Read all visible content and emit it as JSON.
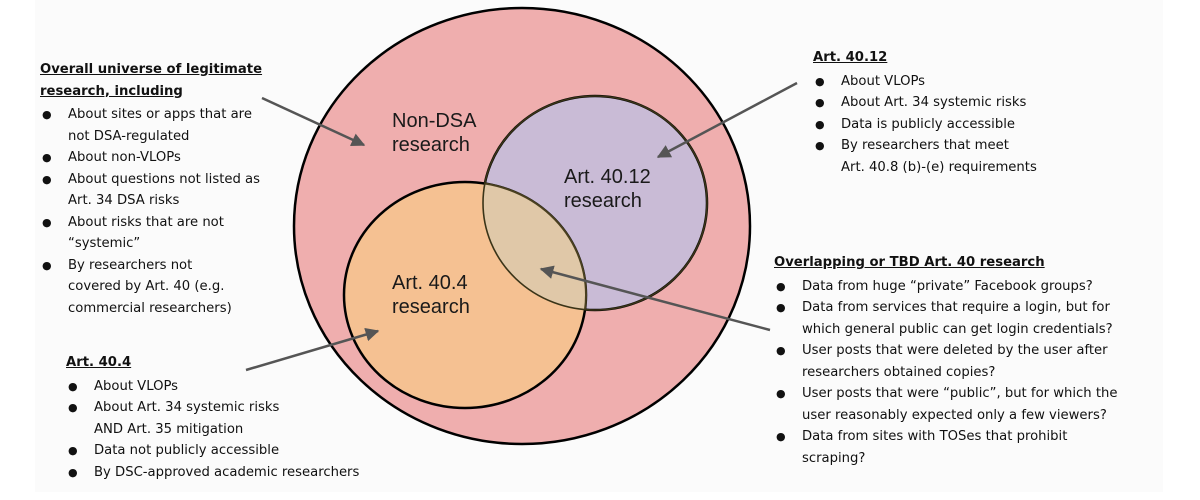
{
  "colors": {
    "outer_fill": "#efaeae",
    "art4012_fill": "#c9bbd6",
    "art404_fill": "#f5c192",
    "overlap_fill": "#e0c8a8",
    "outline": "#000000",
    "arrow": "#555555"
  },
  "venn": {
    "outer_label": [
      "Non-DSA",
      "research"
    ],
    "art4012_label": [
      "Art. 40.12",
      "research"
    ],
    "art404_label": [
      "Art. 40.4",
      "research"
    ]
  },
  "notes": {
    "universe": {
      "title_lines": [
        "Overall universe of legitimate",
        "research, including"
      ],
      "items": [
        [
          "About sites or apps that are",
          "not DSA-regulated"
        ],
        [
          "About non-VLOPs"
        ],
        [
          "About questions not listed as",
          "Art. 34 DSA risks"
        ],
        [
          "About risks that are not",
          "“systemic”"
        ],
        [
          "By researchers not",
          "covered by Art. 40 (e.g.",
          "commercial researchers)"
        ]
      ]
    },
    "art404": {
      "title": "Art. 40.4",
      "items": [
        [
          "About VLOPs"
        ],
        [
          "About Art. 34 systemic risks",
          "AND Art. 35 mitigation"
        ],
        [
          "Data not publicly accessible"
        ],
        [
          "By DSC-approved academic researchers"
        ]
      ]
    },
    "art4012": {
      "title": "Art. 40.12",
      "items": [
        [
          "About VLOPs"
        ],
        [
          "About Art. 34 systemic risks"
        ],
        [
          "Data is publicly accessible"
        ],
        [
          "By researchers that meet",
          "Art. 40.8 (b)-(e) requirements"
        ]
      ]
    },
    "overlap": {
      "title": "Overlapping or TBD Art. 40 research",
      "items": [
        [
          "Data from huge “private” Facebook groups?"
        ],
        [
          "Data from services that require a login, but for",
          "which general public can get login credentials?"
        ],
        [
          "User posts that were deleted by the user after",
          "researchers obtained copies?"
        ],
        [
          "User posts that were “public”, but for which the",
          "user reasonably expected only a few viewers?"
        ],
        [
          "Data from sites with TOSes that prohibit",
          "scraping?"
        ]
      ]
    }
  }
}
